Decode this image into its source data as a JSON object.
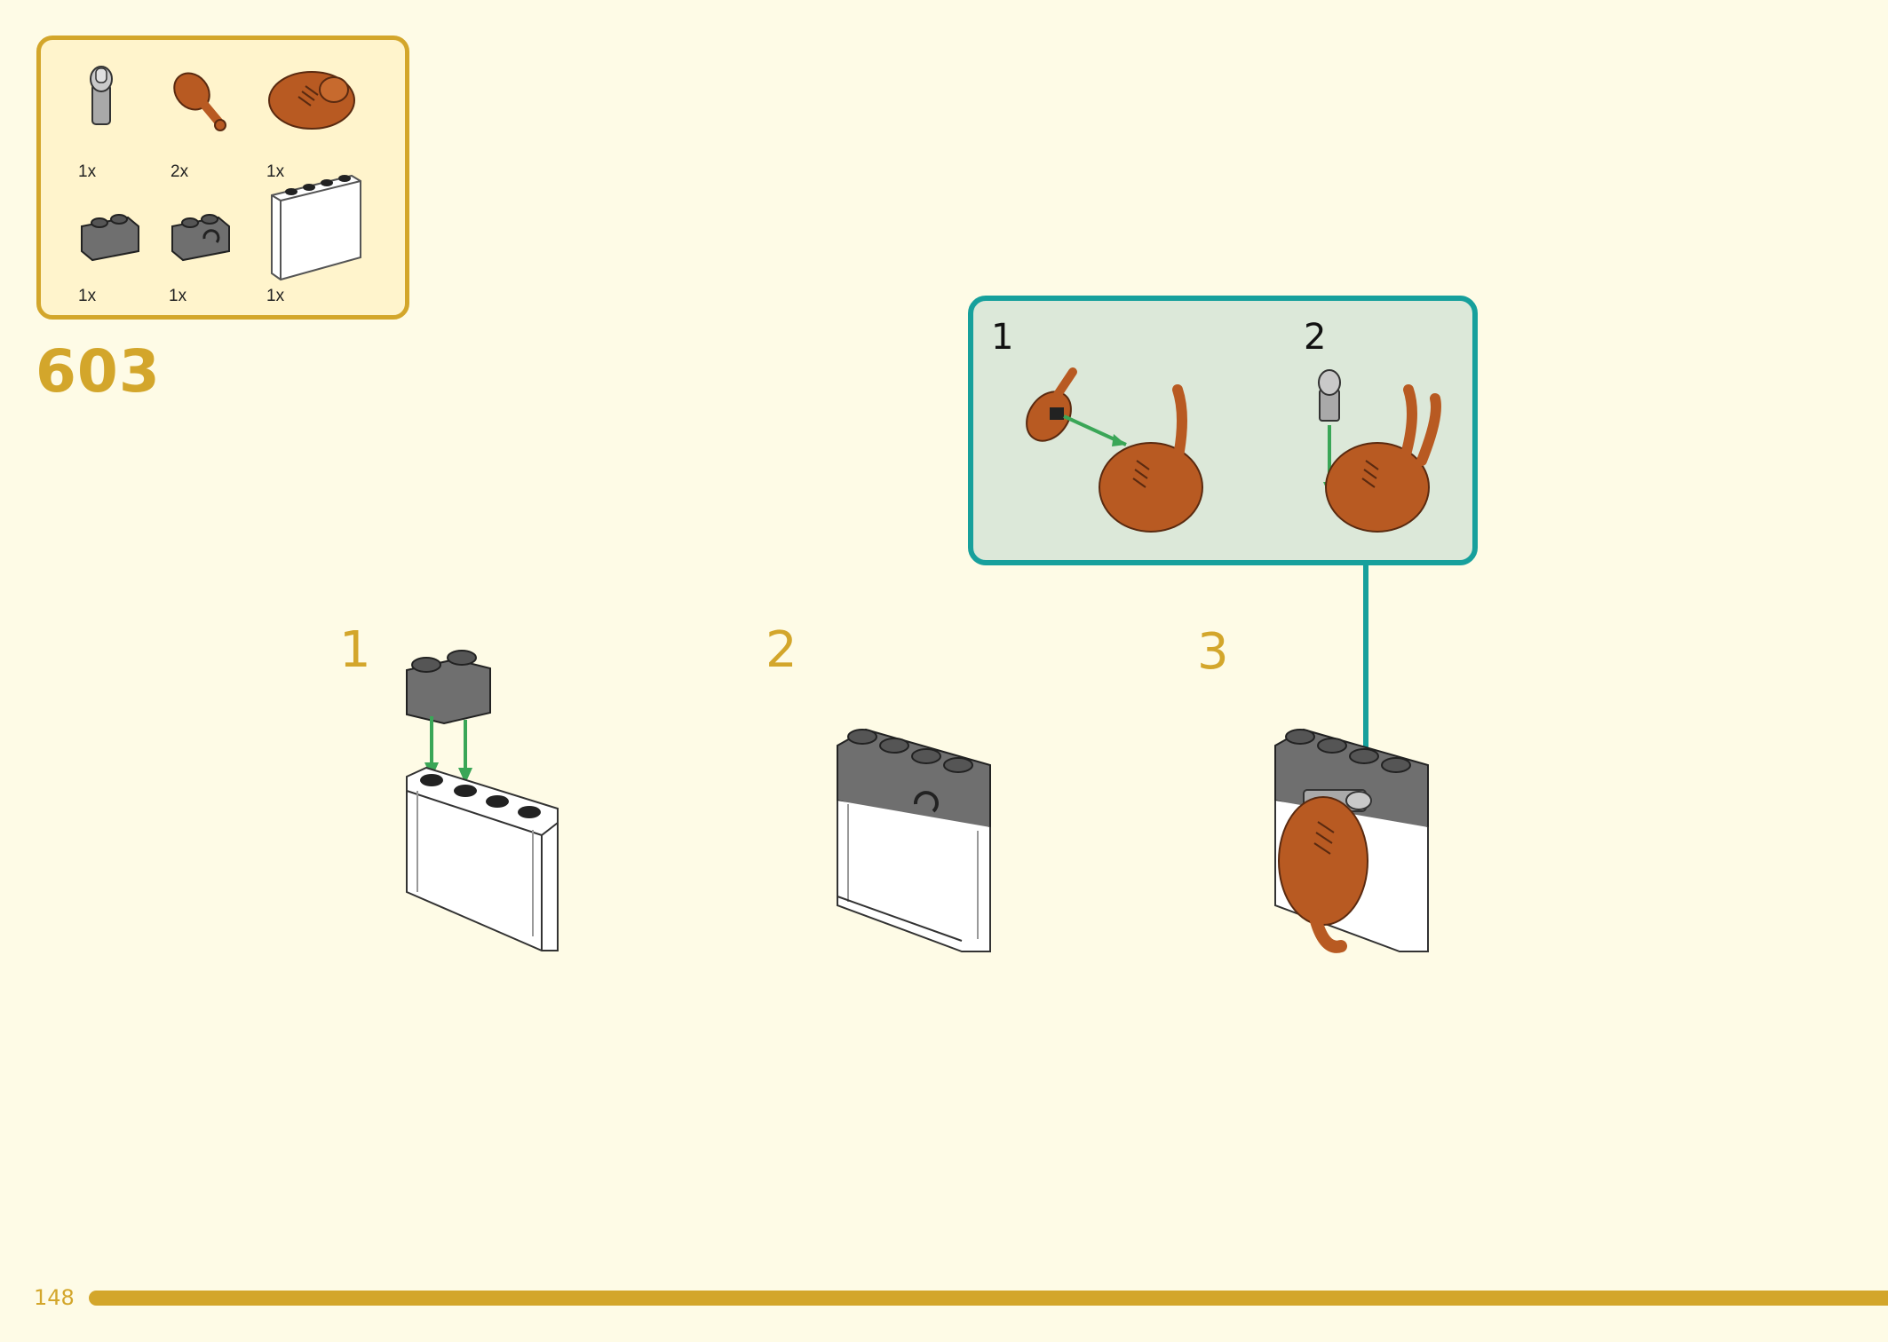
{
  "colors": {
    "page_background": "#fefbe6",
    "accent_gold": "#d3a62b",
    "parts_box_fill": "#fff4cc",
    "callout_border": "#17a09c",
    "callout_fill": "#dce8d9",
    "arrow_green": "#3aa657",
    "food_brown": "#b85a22",
    "brick_gray": "#6f6f6f"
  },
  "parts_list": [
    {
      "icon": "gray-clip-piece-icon",
      "qty": "1x"
    },
    {
      "icon": "drumstick-piece-icon",
      "qty": "2x"
    },
    {
      "icon": "roast-turkey-piece-icon",
      "qty": "1x"
    },
    {
      "icon": "gray-1x2-brick-icon",
      "qty": "1x"
    },
    {
      "icon": "gray-brick-with-clip-icon",
      "qty": "1x"
    },
    {
      "icon": "transparent-panel-icon",
      "qty": "1x"
    }
  ],
  "step_group_number": "603",
  "steps": [
    {
      "number": "1"
    },
    {
      "number": "2"
    },
    {
      "number": "3"
    }
  ],
  "callout": {
    "steps": [
      {
        "number": "1"
      },
      {
        "number": "2"
      }
    ]
  },
  "page_number": "148"
}
